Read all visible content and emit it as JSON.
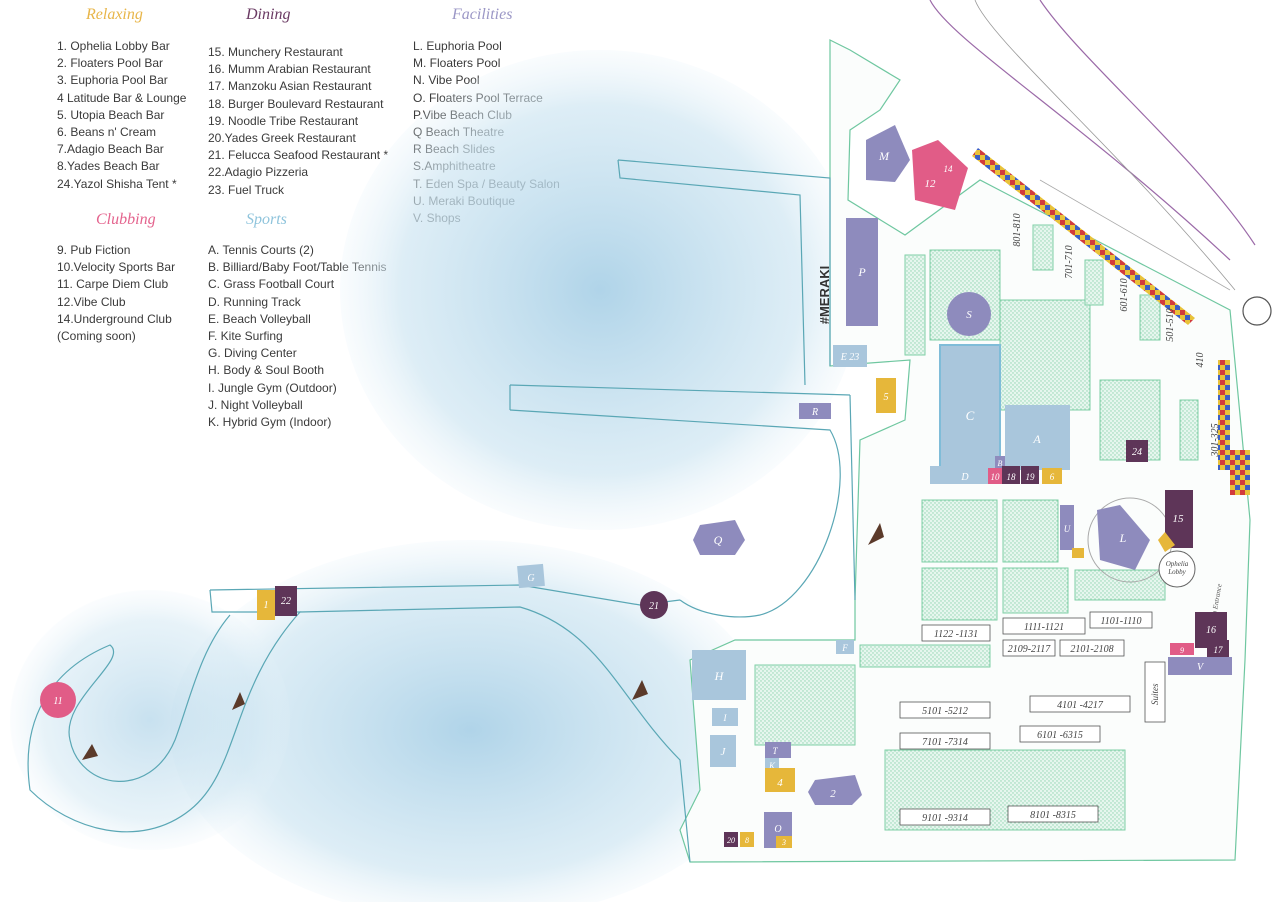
{
  "legend": {
    "relaxing": {
      "title": "Relaxing",
      "color": "#e8b64a",
      "items": [
        "1. Ophelia Lobby Bar",
        "2. Floaters Pool Bar",
        "3. Euphoria Pool Bar",
        "4 Latitude Bar & Lounge",
        "5. Utopia Beach Bar",
        "6. Beans n' Cream",
        "7.Adagio Beach Bar",
        "8.Yades Beach Bar",
        "24.Yazol Shisha Tent *"
      ]
    },
    "dining": {
      "title": "Dining",
      "color": "#6a3a63",
      "items": [
        "15. Munchery Restaurant",
        "16. Mumm Arabian Restaurant",
        "17. Manzoku Asian Restaurant",
        "18. Burger Boulevard Restaurant",
        "19. Noodle Tribe Restaurant",
        "20.Yades Greek Restaurant",
        "21. Felucca Seafood Restaurant *",
        "22.Adagio Pizzeria",
        "23. Fuel Truck"
      ]
    },
    "facilities": {
      "title": "Facilities",
      "color": "#9b97c6",
      "items": [
        "L. Euphoria Pool",
        "M. Floaters Pool",
        "N. Vibe Pool",
        "O. Floaters Pool Terrace",
        "P.Vibe Beach Club",
        "Q Beach Theatre",
        "R Beach Slides",
        "S.Amphitheatre",
        "T. Eden Spa / Beauty Salon",
        "U. Meraki Boutique",
        "V. Shops"
      ]
    },
    "clubbing": {
      "title": "Clubbing",
      "color": "#e4648e",
      "items": [
        "9. Pub Fiction",
        "10.Velocity Sports Bar",
        "11. Carpe Diem Club",
        "12.Vibe Club",
        "14.Underground Club",
        "(Coming soon)"
      ]
    },
    "sports": {
      "title": "Sports",
      "color": "#8fc4dc",
      "items": [
        "A. Tennis Courts (2)",
        "B. Billiard/Baby Foot/Table Tennis",
        "C. Grass Football Court",
        "D. Running Track",
        "E. Beach Volleyball",
        "F. Kite Surfing",
        "G. Diving Center",
        "H. Body & Soul Booth",
        "I. Jungle Gym (Outdoor)",
        "J. Night Volleyball",
        "K. Hybrid Gym (Indoor)"
      ]
    }
  },
  "map": {
    "meraki": "#MERAKI",
    "ophelia_lobby": "Ophelia Lobby",
    "main_entrance": "Main Entrance",
    "suites": "Suites",
    "markers": {
      "M": "M",
      "N": "12",
      "P": "P",
      "E23": "E 23",
      "R": "R",
      "S": "S",
      "C": "C",
      "A": "A",
      "D": "D",
      "b10": "10",
      "b18": "18",
      "b19": "19",
      "b6": "6",
      "b24": "24",
      "b15": "15",
      "U": "U",
      "L": "L",
      "b16": "16",
      "b17": "17",
      "b9": "9",
      "V": "V",
      "b5": "5",
      "Q": "Q",
      "G": "G",
      "b21": "21",
      "b1": "1",
      "b22": "22",
      "b11": "11",
      "F": "F",
      "H": "H",
      "I": "I",
      "J": "J",
      "T": "T",
      "K": "K",
      "b4": "4",
      "b2": "2",
      "b20": "20",
      "b8": "8",
      "O": "O",
      "b3": "3",
      "b14": "14",
      "B": "B"
    },
    "rooms": {
      "r801": "801-810",
      "r701": "701-710",
      "r601": "601-610",
      "r501": "501-510",
      "r410": "410",
      "r301": "301-325",
      "r1122": "1122 -1131",
      "r1111": "1111-1121",
      "r1101": "1101-1110",
      "r2109": "2109-2117",
      "r2101": "2101-2108",
      "r5101": "5101 -5212",
      "r4101": "4101 -4217",
      "r7101": "7101 -7314",
      "r6101": "6101 -6315",
      "r9101": "9101 -9314",
      "r8101": "8101 -8315"
    }
  }
}
